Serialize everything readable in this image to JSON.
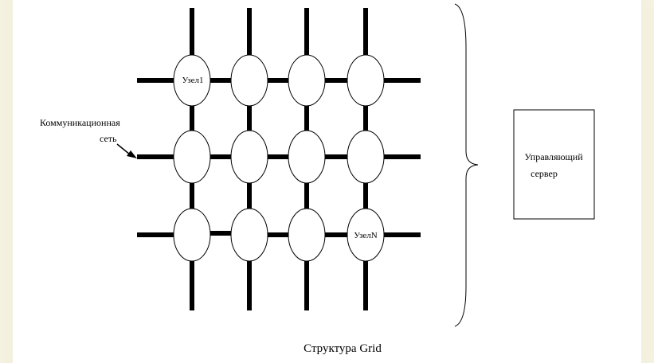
{
  "diagram": {
    "caption": "Структура Grid",
    "network_label_line1": "Коммуникационная",
    "network_label_line2": "сеть",
    "server_label_line1": "Управляющий",
    "server_label_line2": "сервер",
    "node_first_label": "Узел1",
    "node_last_label": "УзелN",
    "grid": {
      "rows": 3,
      "columns": 4
    }
  }
}
